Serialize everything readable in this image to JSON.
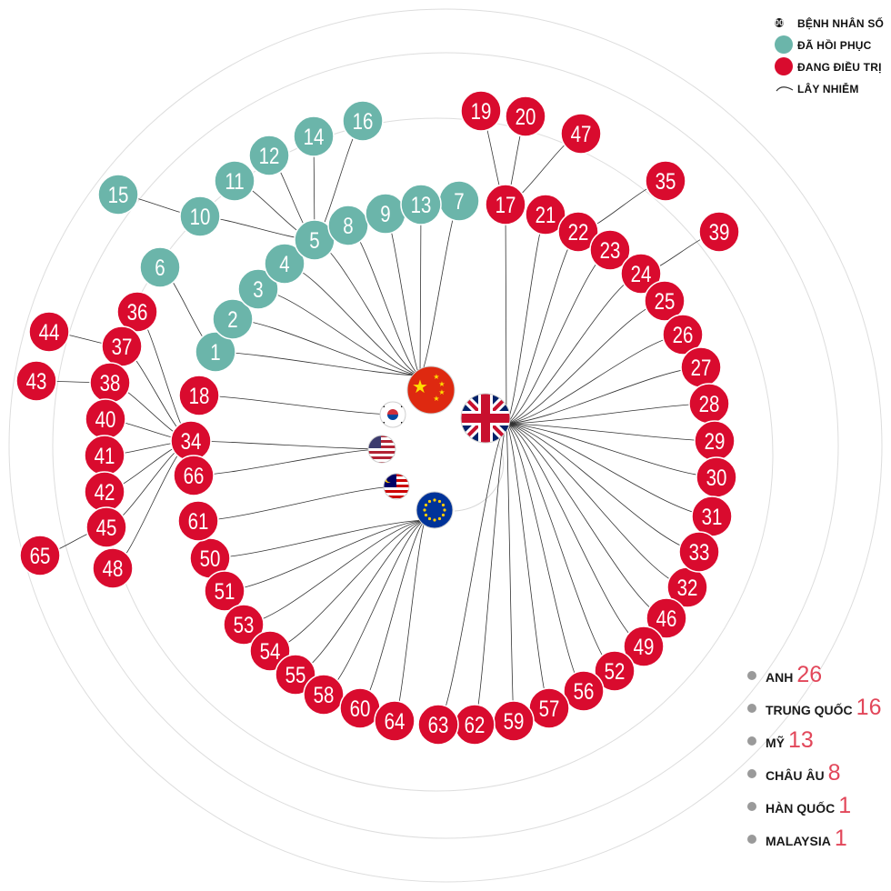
{
  "legend": {
    "patient_marker": "00",
    "patient_label": "BỆNH NHÂN SỐ",
    "recovered_label": "ĐÃ HỒI PHỤC",
    "treating_label": "ĐANG ĐIỀU TRỊ",
    "infection_label": "LÂY NHIỄM"
  },
  "colors": {
    "recovered": "#6bb5aa",
    "treating": "#d90b2e",
    "link": "#333333",
    "ring": "#dddddd",
    "count_value": "#e2475a"
  },
  "sources": [
    {
      "id": "cn",
      "flag": "china-flag"
    },
    {
      "id": "uk",
      "flag": "uk-flag"
    },
    {
      "id": "kr",
      "flag": "south-korea-flag"
    },
    {
      "id": "us",
      "flag": "usa-flag"
    },
    {
      "id": "my",
      "flag": "malaysia-flag"
    },
    {
      "id": "eu",
      "flag": "eu-flag"
    }
  ],
  "patients": [
    {
      "n": "1",
      "status": "recovered",
      "src": "cn"
    },
    {
      "n": "2",
      "status": "recovered",
      "src": "cn"
    },
    {
      "n": "3",
      "status": "recovered",
      "src": "cn"
    },
    {
      "n": "4",
      "status": "recovered",
      "src": "cn"
    },
    {
      "n": "5",
      "status": "recovered",
      "src": "cn"
    },
    {
      "n": "6",
      "status": "recovered",
      "src": "p1"
    },
    {
      "n": "7",
      "status": "recovered",
      "src": "cn"
    },
    {
      "n": "8",
      "status": "recovered",
      "src": "cn"
    },
    {
      "n": "9",
      "status": "recovered",
      "src": "cn"
    },
    {
      "n": "10",
      "status": "recovered",
      "src": "p5"
    },
    {
      "n": "11",
      "status": "recovered",
      "src": "p5"
    },
    {
      "n": "12",
      "status": "recovered",
      "src": "p5"
    },
    {
      "n": "13",
      "status": "recovered",
      "src": "cn"
    },
    {
      "n": "14",
      "status": "recovered",
      "src": "p5"
    },
    {
      "n": "15",
      "status": "recovered",
      "src": "p10"
    },
    {
      "n": "16",
      "status": "recovered",
      "src": "p5"
    },
    {
      "n": "17",
      "status": "treating",
      "src": "uk"
    },
    {
      "n": "18",
      "status": "treating",
      "src": "kr"
    },
    {
      "n": "19",
      "status": "treating",
      "src": "p17"
    },
    {
      "n": "20",
      "status": "treating",
      "src": "p17"
    },
    {
      "n": "21",
      "status": "treating",
      "src": "uk"
    },
    {
      "n": "22",
      "status": "treating",
      "src": "uk"
    },
    {
      "n": "23",
      "status": "treating",
      "src": "uk"
    },
    {
      "n": "24",
      "status": "treating",
      "src": "uk"
    },
    {
      "n": "25",
      "status": "treating",
      "src": "uk"
    },
    {
      "n": "26",
      "status": "treating",
      "src": "uk"
    },
    {
      "n": "27",
      "status": "treating",
      "src": "uk"
    },
    {
      "n": "28",
      "status": "treating",
      "src": "uk"
    },
    {
      "n": "29",
      "status": "treating",
      "src": "uk"
    },
    {
      "n": "30",
      "status": "treating",
      "src": "uk"
    },
    {
      "n": "31",
      "status": "treating",
      "src": "uk"
    },
    {
      "n": "32",
      "status": "treating",
      "src": "uk"
    },
    {
      "n": "33",
      "status": "treating",
      "src": "uk"
    },
    {
      "n": "34",
      "status": "treating",
      "src": "us"
    },
    {
      "n": "35",
      "status": "treating",
      "src": "p22"
    },
    {
      "n": "36",
      "status": "treating",
      "src": "p34"
    },
    {
      "n": "37",
      "status": "treating",
      "src": "p34"
    },
    {
      "n": "38",
      "status": "treating",
      "src": "p34"
    },
    {
      "n": "39",
      "status": "treating",
      "src": "p24"
    },
    {
      "n": "40",
      "status": "treating",
      "src": "p34"
    },
    {
      "n": "41",
      "status": "treating",
      "src": "p34"
    },
    {
      "n": "42",
      "status": "treating",
      "src": "p34"
    },
    {
      "n": "43",
      "status": "treating",
      "src": "p38"
    },
    {
      "n": "44",
      "status": "treating",
      "src": "p37"
    },
    {
      "n": "45",
      "status": "treating",
      "src": "p34"
    },
    {
      "n": "46",
      "status": "treating",
      "src": "uk"
    },
    {
      "n": "47",
      "status": "treating",
      "src": "p17"
    },
    {
      "n": "48",
      "status": "treating",
      "src": "p34"
    },
    {
      "n": "49",
      "status": "treating",
      "src": "uk"
    },
    {
      "n": "50",
      "status": "treating",
      "src": "eu"
    },
    {
      "n": "51",
      "status": "treating",
      "src": "eu"
    },
    {
      "n": "52",
      "status": "treating",
      "src": "uk"
    },
    {
      "n": "53",
      "status": "treating",
      "src": "eu"
    },
    {
      "n": "54",
      "status": "treating",
      "src": "eu"
    },
    {
      "n": "55",
      "status": "treating",
      "src": "eu"
    },
    {
      "n": "56",
      "status": "treating",
      "src": "uk"
    },
    {
      "n": "57",
      "status": "treating",
      "src": "uk"
    },
    {
      "n": "58",
      "status": "treating",
      "src": "eu"
    },
    {
      "n": "59",
      "status": "treating",
      "src": "uk"
    },
    {
      "n": "60",
      "status": "treating",
      "src": "eu"
    },
    {
      "n": "61",
      "status": "treating",
      "src": "my"
    },
    {
      "n": "62",
      "status": "treating",
      "src": "uk"
    },
    {
      "n": "63",
      "status": "treating",
      "src": "uk"
    },
    {
      "n": "64",
      "status": "treating",
      "src": "eu"
    },
    {
      "n": "65",
      "status": "treating",
      "src": "p45"
    },
    {
      "n": "66",
      "status": "treating",
      "src": "us"
    }
  ],
  "summary": [
    {
      "name": "ANH",
      "count": "26"
    },
    {
      "name": "TRUNG QUỐC",
      "count": "16"
    },
    {
      "name": "MỸ",
      "count": "13"
    },
    {
      "name": "CHÂU ÂU",
      "count": "8"
    },
    {
      "name": "HÀN QUỐC",
      "count": "1"
    },
    {
      "name": "MALAYSIA",
      "count": "1"
    }
  ]
}
